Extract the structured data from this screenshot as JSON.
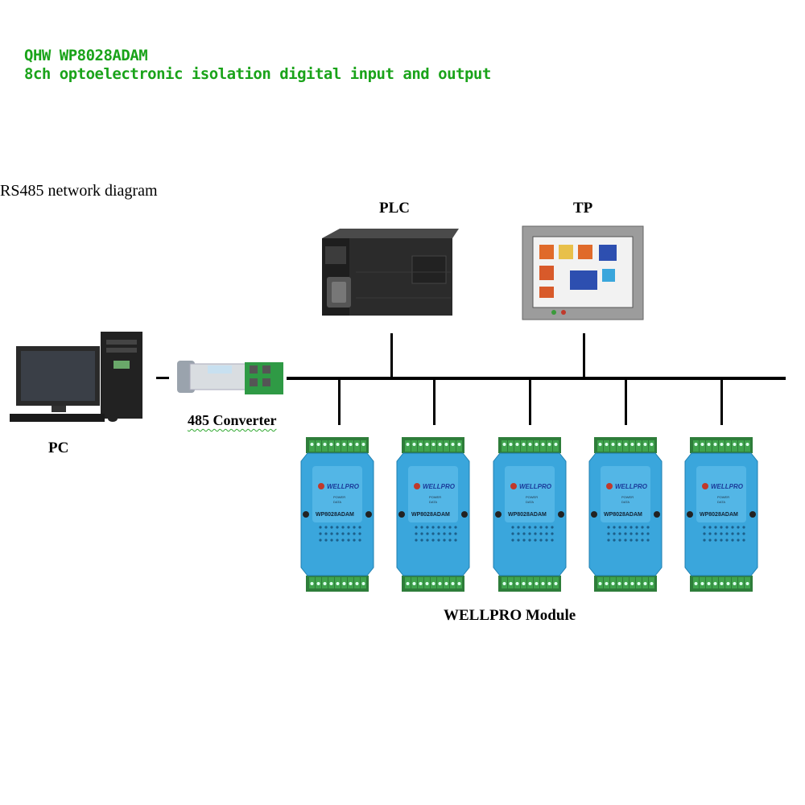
{
  "header": {
    "line1": "QHW WP8028ADAM",
    "line2": "8ch optoelectronic isolation digital input and output"
  },
  "diagram": {
    "caption": "RS485 network diagram",
    "pc_label": "PC",
    "converter_label": "485 Converter",
    "plc_label": "PLC",
    "tp_label": "TP",
    "modules_label": "WELLPRO Module",
    "module": {
      "brand": "WELLPRO",
      "model": "WP8028ADAM",
      "power_label": "POWER",
      "data_label": "DATA"
    },
    "module_count": 5
  },
  "colors": {
    "title_green": "#1aa31a",
    "module_blue": "#3aa6dc",
    "terminal_green": "#3fa34d",
    "bus_black": "#000000"
  }
}
